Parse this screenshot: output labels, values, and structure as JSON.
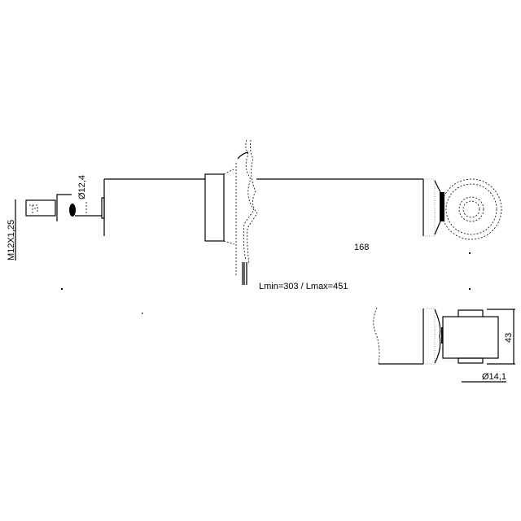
{
  "drawing": {
    "thread_label": "M12X1,25",
    "rod_diameter_label": "Ø12,4",
    "length_label": "168",
    "stroke_label": "Lmin=303 / Lmax=451",
    "eye_width_label": "43",
    "eye_bore_label": "Ø14,1"
  }
}
